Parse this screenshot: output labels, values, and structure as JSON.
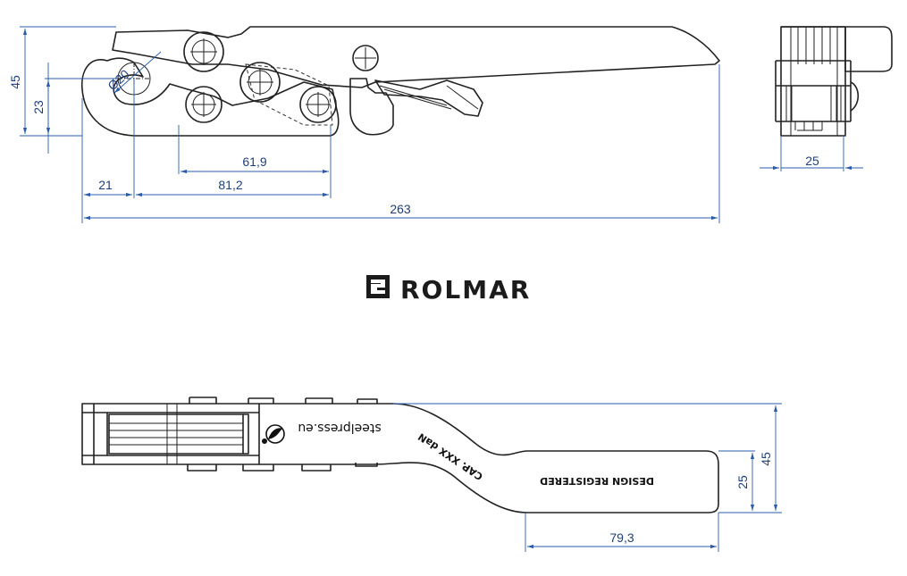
{
  "brand": {
    "name": "ROLMAR"
  },
  "top_view": {
    "dimensions": {
      "height_total": "45",
      "height_hook": "23",
      "hole_diameter": "Ø20",
      "pivot_spacing": "61,9",
      "offset_left": "21",
      "length_to_pivot": "81,2",
      "overall_length": "263",
      "side_width": "25"
    }
  },
  "bottom_view": {
    "dimensions": {
      "handle_height": "25",
      "total_height": "45",
      "grip_length": "79,3"
    },
    "engravings": {
      "website": "steelpress.eu",
      "capacity": "CAP. XXX daN",
      "design": "DESIGN REGISTERED"
    }
  },
  "colors": {
    "dimension": "#2b5cab",
    "line": "#222222"
  }
}
